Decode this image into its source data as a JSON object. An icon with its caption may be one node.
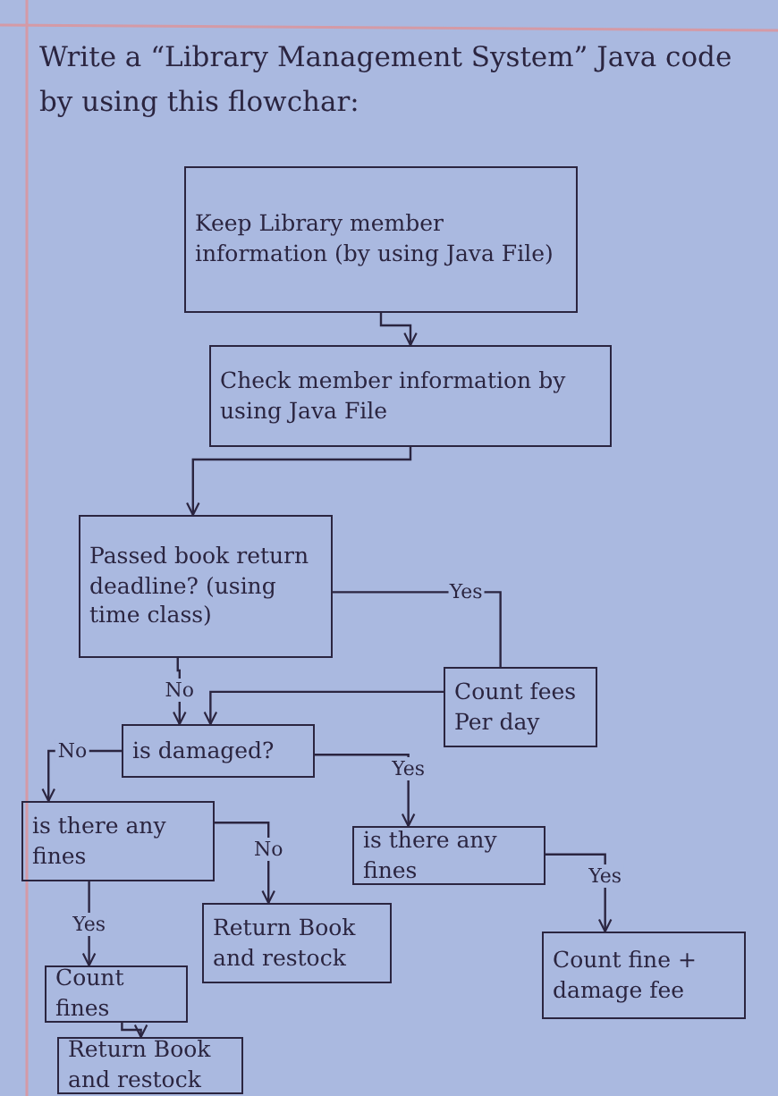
{
  "diagram": {
    "title": "Write a “Library Management System” Java code by using this flowchar:",
    "nodes": [
      {
        "text": [
          "Keep Library member information (by using Java File)"
        ]
      },
      {
        "text": [
          "Check member information by using Java File"
        ]
      },
      {
        "text": [
          "Passed book return deadline? (using time class)"
        ]
      },
      {
        "text": [
          "Count fees Per day"
        ]
      },
      {
        "text": [
          "is damaged?"
        ]
      },
      {
        "text": [
          "is there any fines"
        ]
      },
      {
        "text": [
          "is there any fines"
        ]
      },
      {
        "text": [
          "Return Book and restock"
        ]
      },
      {
        "text": [
          "Count fine + damage fee"
        ]
      },
      {
        "text": [
          "Count fines"
        ]
      },
      {
        "text": [
          "Return Book and restock"
        ]
      }
    ],
    "edges": [
      {
        "from": 0,
        "to": 1,
        "arrow": "to"
      },
      {
        "from": 1,
        "to": 2,
        "arrow": "to"
      },
      {
        "from": 2,
        "to": 3,
        "arrow": "none",
        "label": "Yes"
      },
      {
        "from": 2,
        "to": 4,
        "arrow": "to",
        "label": "No"
      },
      {
        "from": 3,
        "to": 4,
        "arrow": "to"
      },
      {
        "from": 4,
        "to": 5,
        "arrow": "to",
        "label": "No"
      },
      {
        "from": 4,
        "to": 6,
        "arrow": "to",
        "label": "Yes"
      },
      {
        "from": 5,
        "to": 7,
        "arrow": "to",
        "label": "No"
      },
      {
        "from": 5,
        "to": 9,
        "arrow": "to",
        "label": "Yes"
      },
      {
        "from": 6,
        "to": 8,
        "arrow": "to",
        "label": "Yes"
      },
      {
        "from": 9,
        "to": 10,
        "arrow": "to"
      }
    ]
  }
}
